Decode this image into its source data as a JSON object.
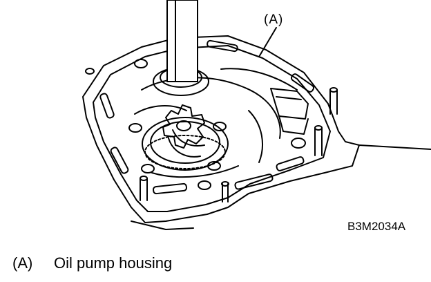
{
  "diagram": {
    "callout_label": "(A)",
    "figure_code": "B3M2034A"
  },
  "legend": {
    "items": [
      {
        "key": "(A)",
        "text": "Oil pump housing"
      }
    ]
  }
}
